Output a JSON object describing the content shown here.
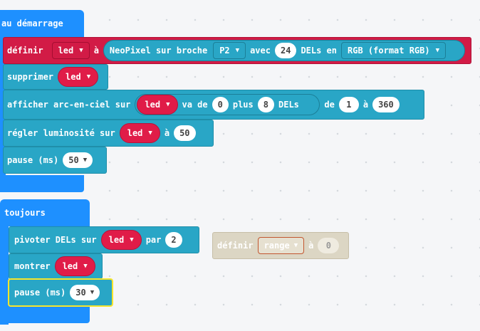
{
  "on_start": {
    "label": "au démarrage",
    "set_block": {
      "label_define": "définir",
      "var": "led",
      "label_to": "à",
      "neopixel_label": "NeoPixel sur broche",
      "pin": "P2",
      "label_with": "avec",
      "count": "24",
      "label_leds_in": "DELs en",
      "mode": "RGB (format RGB)"
    },
    "clear_block": {
      "label": "supprimer",
      "var": "led"
    },
    "rainbow_block": {
      "label": "afficher arc-en-ciel sur",
      "var": "led",
      "label_from": "va de",
      "from": "0",
      "label_plus": "plus",
      "plus": "8",
      "label_leds": "DELs",
      "label_de": "de",
      "hue_from": "1",
      "label_a": "à",
      "hue_to": "360"
    },
    "brightness_block": {
      "label": "régler luminosité sur",
      "var": "led",
      "label_a": "à",
      "value": "50"
    },
    "pause_block": {
      "label": "pause (ms)",
      "value": "50"
    }
  },
  "forever": {
    "label": "toujours",
    "rotate_block": {
      "label": "pivoter DELs sur",
      "var": "led",
      "label_by": "par",
      "value": "2"
    },
    "show_block": {
      "label": "montrer",
      "var": "led"
    },
    "pause_block": {
      "label": "pause (ms)",
      "value": "30"
    }
  },
  "orphan_block": {
    "label": "définir",
    "var": "range",
    "label_to": "à",
    "value": "0"
  },
  "icons": {
    "dropdown": "dropdown-caret-icon"
  }
}
